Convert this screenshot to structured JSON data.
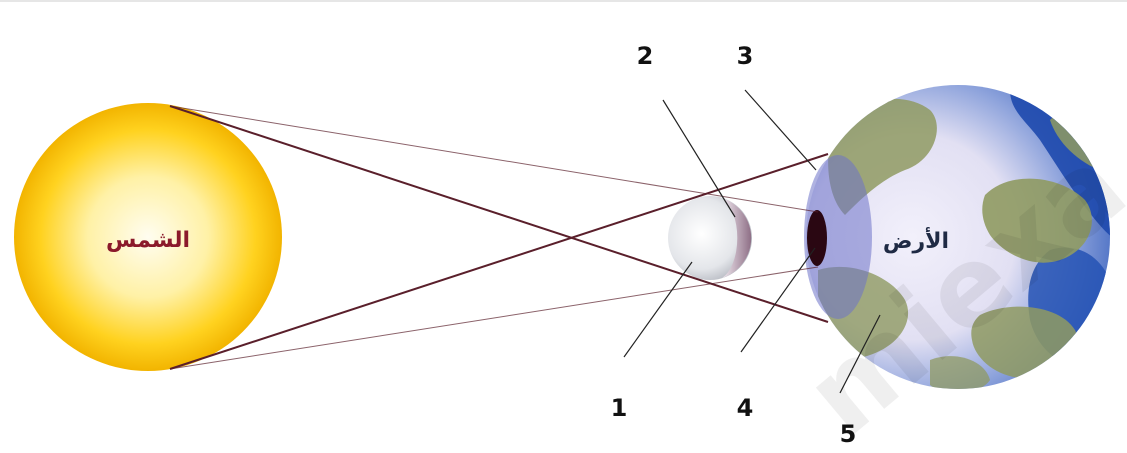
{
  "labels": {
    "sun": "الشمس",
    "earth": "الأرض"
  },
  "numbers": {
    "n1": "1",
    "n2": "2",
    "n3": "3",
    "n4": "4",
    "n5": "5"
  },
  "colors": {
    "sun_core": "#fff8d2",
    "sun_edge": "#f2b400",
    "sun_label": "#8b1a2b",
    "earth_label": "#1f2a44",
    "ocean": "#2a56b8",
    "land": "#8f9a62",
    "penumbra": "#6e73c8",
    "umbra": "#2a0712",
    "ray": "#5a1f2b"
  },
  "watermark": "miexa"
}
